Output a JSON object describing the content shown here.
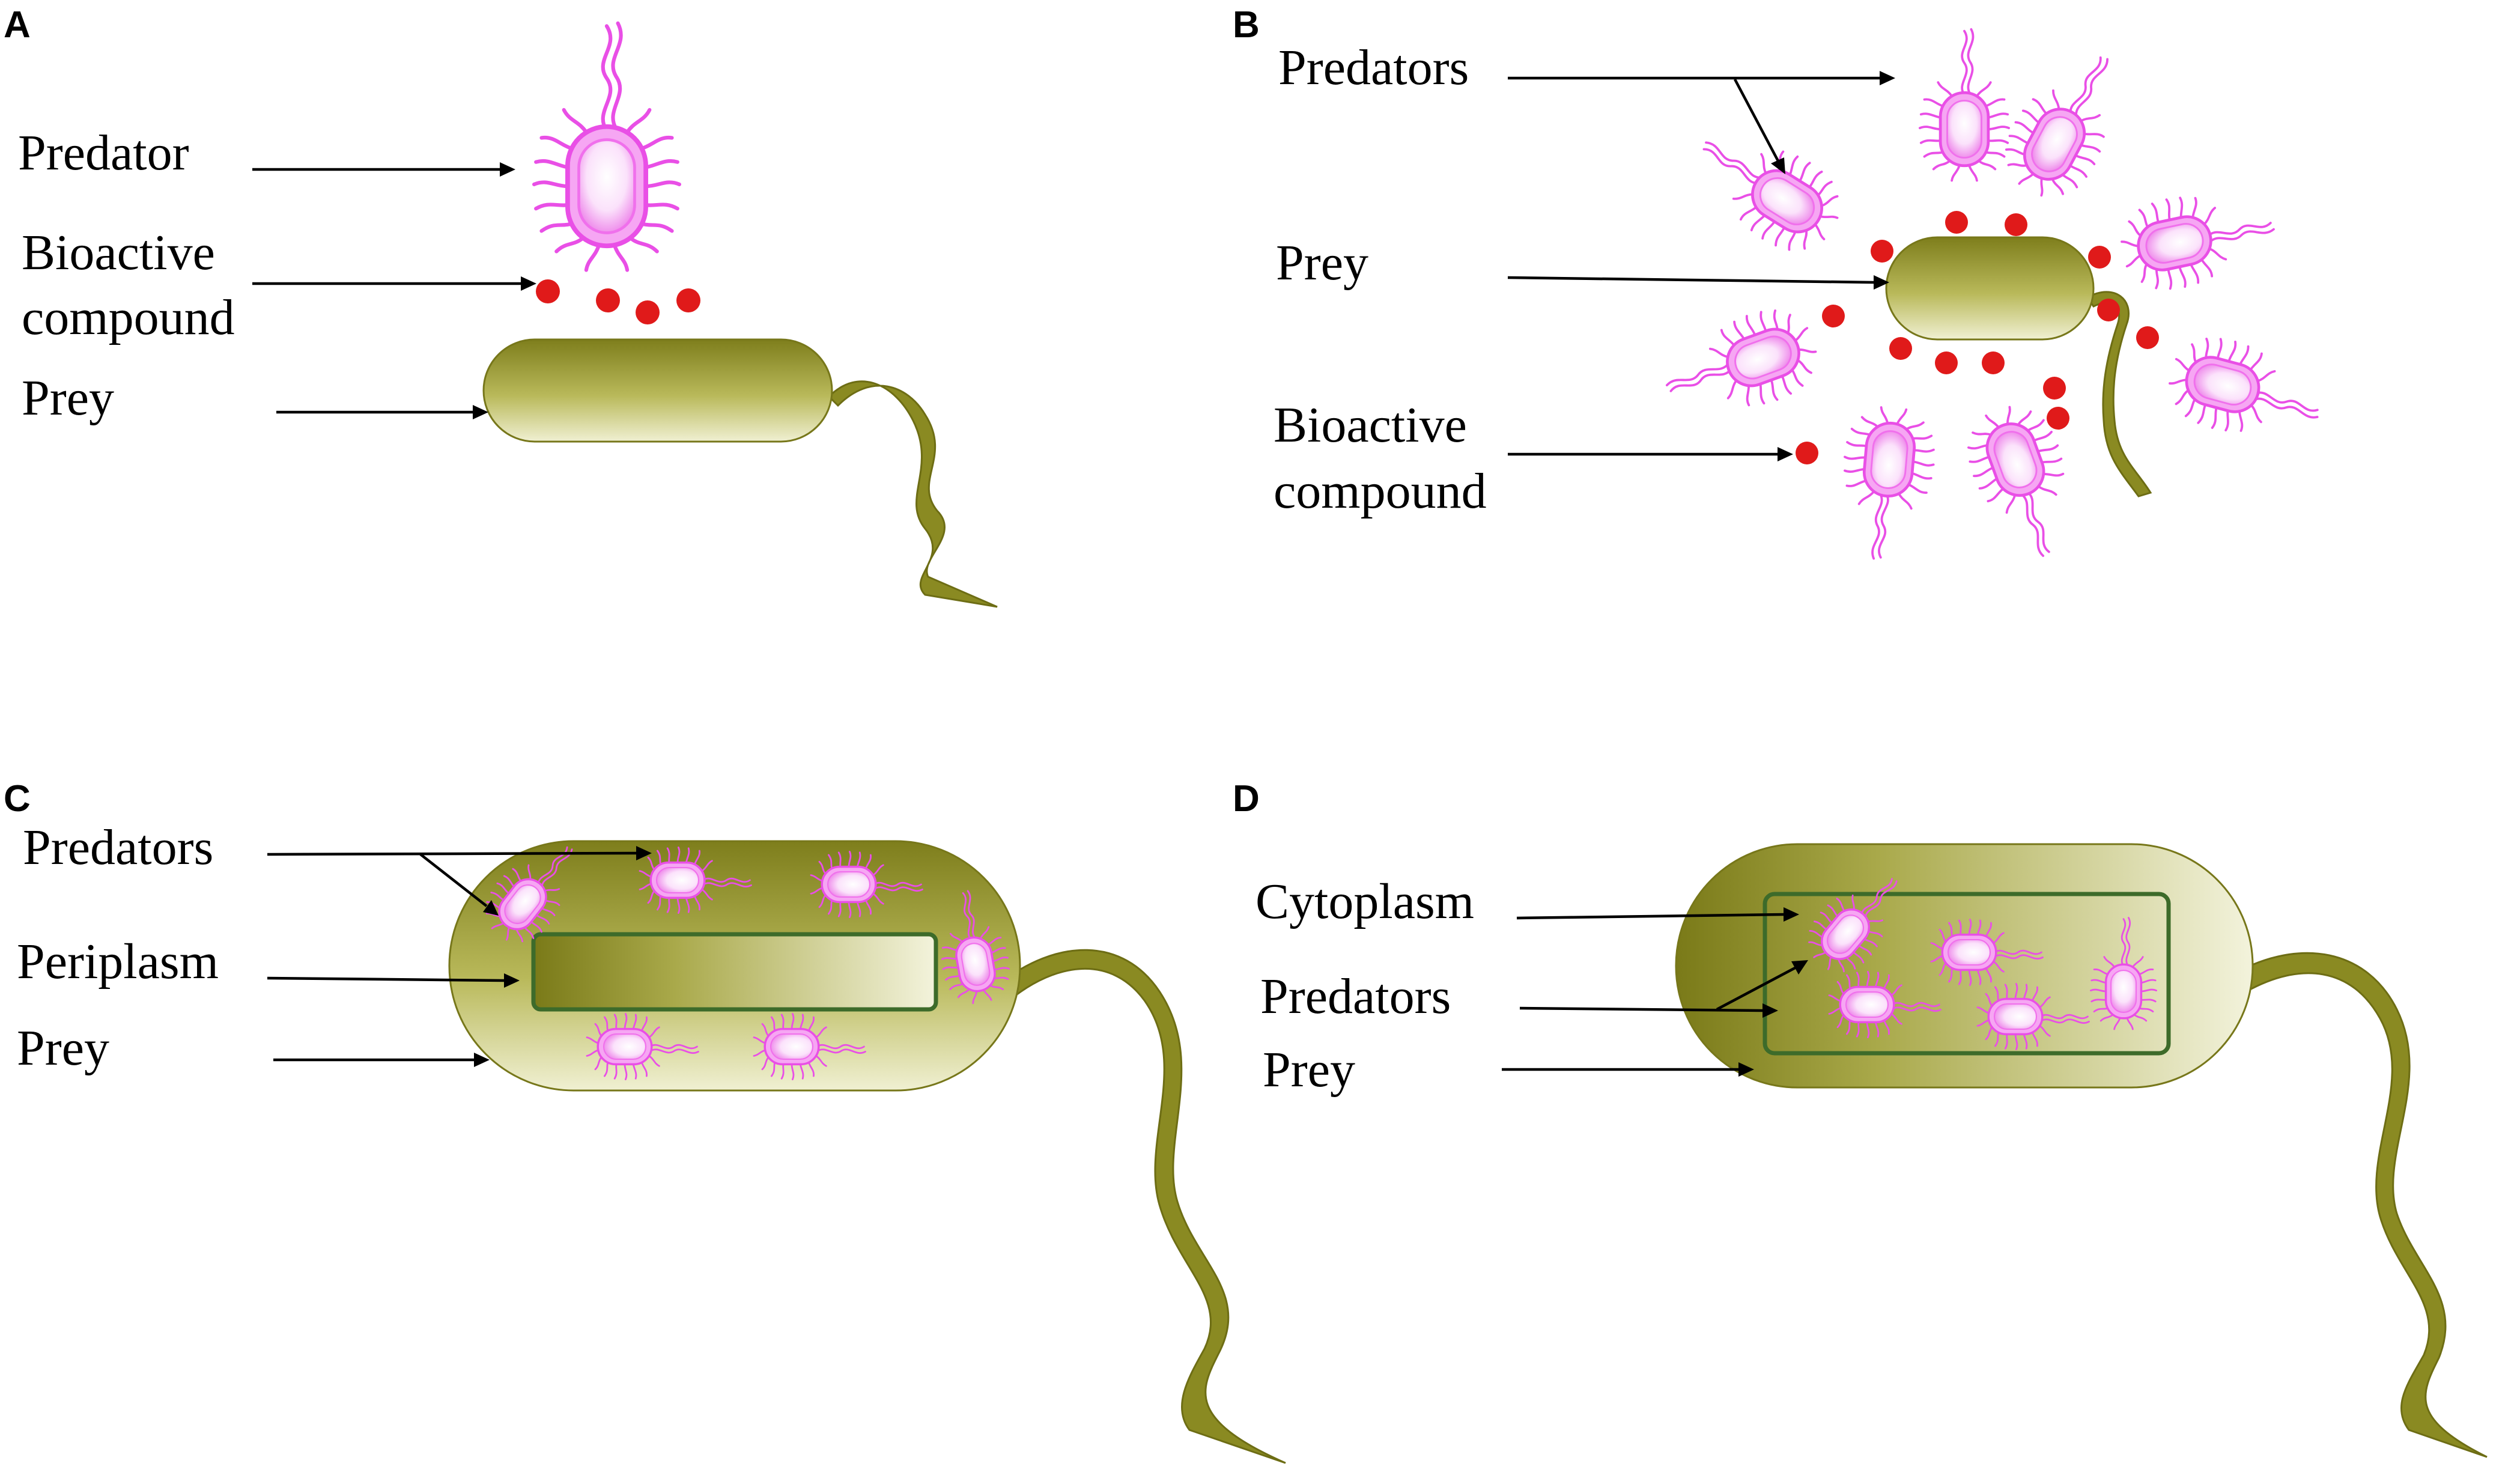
{
  "figure": {
    "panels": [
      {
        "id": "A",
        "letter": "A",
        "labels": {
          "predator": "Predator",
          "bioactive_1": "Bioactive",
          "bioactive_2": "compound",
          "prey": "Prey"
        }
      },
      {
        "id": "B",
        "letter": "B",
        "labels": {
          "predators": "Predators",
          "prey": "Prey",
          "bioactive_1": "Bioactive",
          "bioactive_2": "compound"
        }
      },
      {
        "id": "C",
        "letter": "C",
        "labels": {
          "predators": "Predators",
          "periplasm": "Periplasm",
          "prey": "Prey"
        }
      },
      {
        "id": "D",
        "letter": "D",
        "labels": {
          "cytoplasm": "Cytoplasm",
          "predators": "Predators",
          "prey": "Prey"
        }
      }
    ]
  },
  "colors": {
    "prey_body": "#8a8a22",
    "prey_highlight": "#f4f4da",
    "predator_membrane": "#e94fe6",
    "predator_core": "#fff2ff",
    "bioactive_compound": "#e01a1a",
    "compartment_outline": "#3d6b2a",
    "arrow": "#000000"
  }
}
